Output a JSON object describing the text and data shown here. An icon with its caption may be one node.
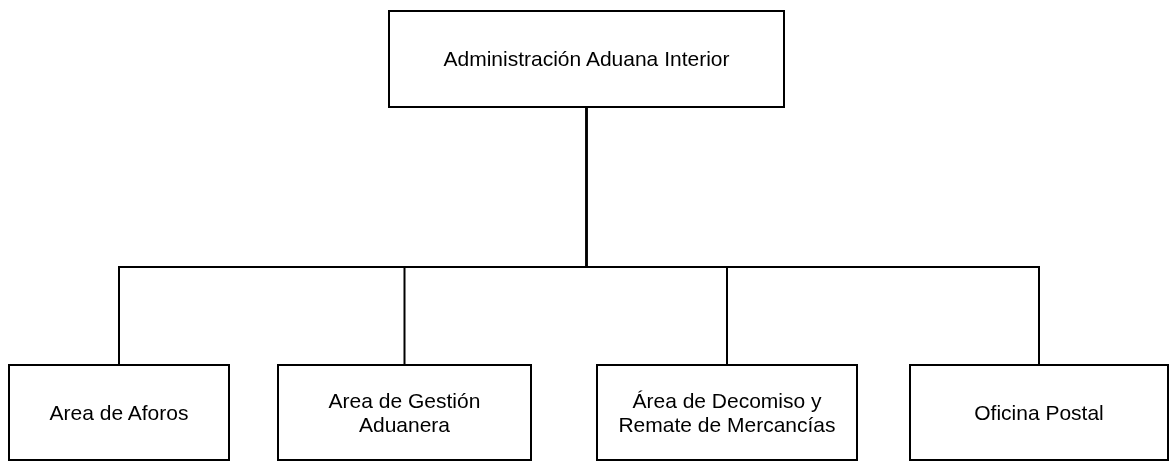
{
  "diagram": {
    "nodes": [
      {
        "text": [
          "Administración Aduana Interior"
        ]
      },
      {
        "text": [
          "Area de Aforos"
        ]
      },
      {
        "text": [
          "Area de Gestión Aduanera"
        ]
      },
      {
        "text": [
          "Área de Decomiso y Remate de Mercancías"
        ]
      },
      {
        "text": [
          "Oficina Postal"
        ]
      }
    ],
    "edges": [
      {
        "from": 0,
        "to": 1,
        "arrow": "none"
      },
      {
        "from": 0,
        "to": 2,
        "arrow": "none"
      },
      {
        "from": 0,
        "to": 3,
        "arrow": "none"
      },
      {
        "from": 0,
        "to": 4,
        "arrow": "none"
      }
    ]
  }
}
